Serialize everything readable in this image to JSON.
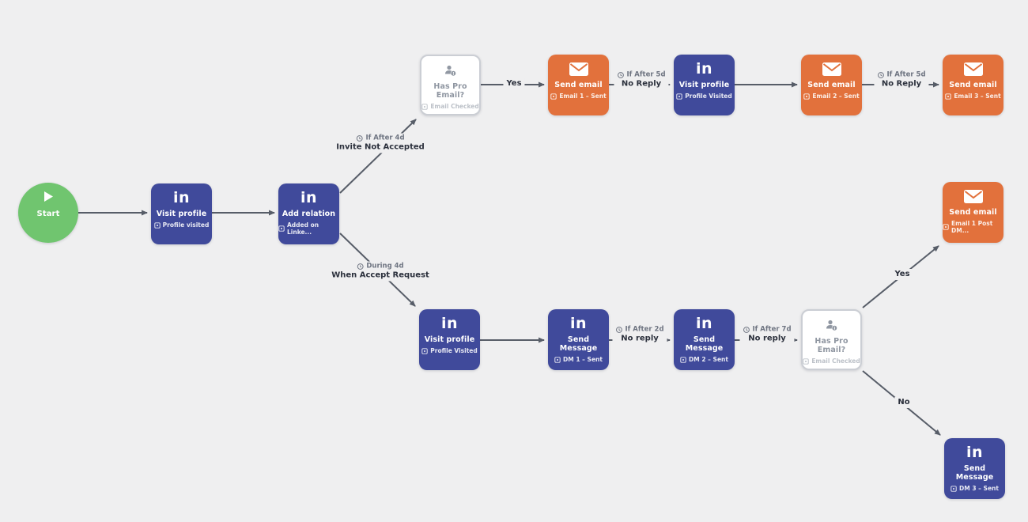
{
  "app": {
    "view": "workflow-canvas",
    "background_color": "#efeff0"
  },
  "colors": {
    "linkedin_node": "#404a9b",
    "email_node": "#e2713c",
    "start_node": "#70c56f",
    "condition_node_border": "#cbced4",
    "edge": "#575d68"
  },
  "icons": {
    "linkedin_logo": "in",
    "start_icon": "play-triangle",
    "email_icon": "envelope",
    "condition_icon": "person-info",
    "tag_icon": "tag-square",
    "delay_icon": "clock"
  },
  "nodes": [
    {
      "id": "start",
      "type": "start",
      "title": "Start"
    },
    {
      "id": "visit-profile-1",
      "type": "linkedin",
      "title": "Visit profile",
      "tag": "Profile visited"
    },
    {
      "id": "add-relation",
      "type": "linkedin",
      "title": "Add relation",
      "tag": "Added on Linke..."
    },
    {
      "id": "has-pro-email-1",
      "type": "condition",
      "title": "Has Pro Email?",
      "tag": "Email Checked"
    },
    {
      "id": "send-email-1",
      "type": "email",
      "title": "Send email",
      "tag": "Email 1 – Sent"
    },
    {
      "id": "visit-profile-2",
      "type": "linkedin",
      "title": "Visit profile",
      "tag": "Profile Visited"
    },
    {
      "id": "send-email-2",
      "type": "email",
      "title": "Send email",
      "tag": "Email 2 – Sent"
    },
    {
      "id": "send-email-3",
      "type": "email",
      "title": "Send email",
      "tag": "Email 3 – Sent"
    },
    {
      "id": "send-email-post-dm",
      "type": "email",
      "title": "Send email",
      "tag": "Email 1 Post DM..."
    },
    {
      "id": "visit-profile-3",
      "type": "linkedin",
      "title": "Visit profile",
      "tag": "Profile Visited"
    },
    {
      "id": "send-message-1",
      "type": "linkedin",
      "title": "Send Message",
      "tag": "DM 1 – Sent"
    },
    {
      "id": "send-message-2",
      "type": "linkedin",
      "title": "Send Message",
      "tag": "DM 2 – Sent"
    },
    {
      "id": "has-pro-email-2",
      "type": "condition",
      "title": "Has Pro Email?",
      "tag": "Email Checked"
    },
    {
      "id": "send-message-3",
      "type": "linkedin",
      "title": "Send Message",
      "tag": "DM 3 – Sent"
    }
  ],
  "edge_labels": [
    {
      "condition": "If After 4d",
      "result": "Invite Not Accepted"
    },
    {
      "condition": "During 4d",
      "result": "When Accept Request"
    },
    {
      "result": "Yes"
    },
    {
      "condition": "If After 5d",
      "result": "No Reply"
    },
    {
      "condition": "If After 5d",
      "result": "No Reply"
    },
    {
      "condition": "If After 2d",
      "result": "No reply"
    },
    {
      "condition": "If After 7d",
      "result": "No reply"
    },
    {
      "result": "Yes"
    },
    {
      "result": "No"
    }
  ]
}
